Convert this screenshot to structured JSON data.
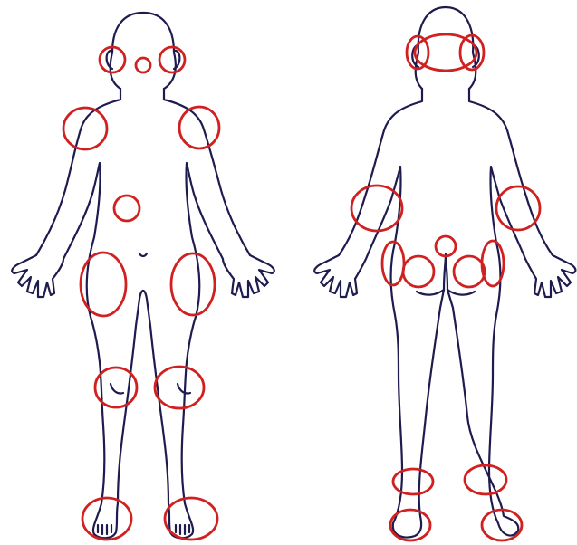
{
  "figure": {
    "views": [
      "front",
      "back"
    ],
    "colors": {
      "outline": "#1e1b4f",
      "highlight": "#d02020",
      "background": "#ffffff"
    },
    "highlighted_sites": {
      "front": [
        "left-ear",
        "right-ear",
        "nose",
        "right-shoulder",
        "left-shoulder",
        "abdomen",
        "right-hip",
        "left-hip",
        "right-knee",
        "left-knee",
        "right-foot",
        "left-foot"
      ],
      "back": [
        "back-of-head",
        "left-ear",
        "right-ear",
        "left-elbow",
        "right-elbow",
        "sacrum",
        "left-hip-side",
        "left-buttock",
        "right-buttock",
        "right-hip-side",
        "left-ankle",
        "right-ankle",
        "left-heel",
        "right-heel"
      ]
    }
  }
}
